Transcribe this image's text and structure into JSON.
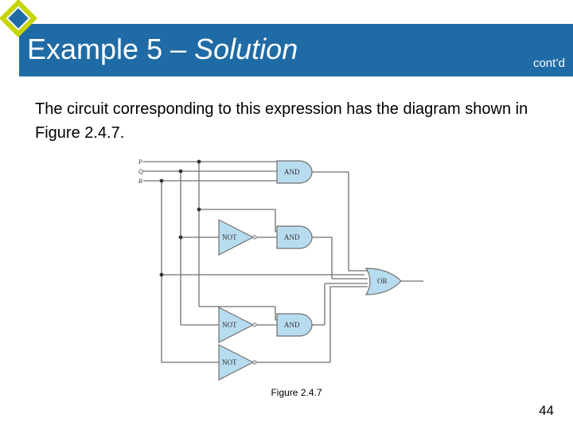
{
  "slide": {
    "title_main": "Example 5 – ",
    "title_italic": "Solution",
    "contd": "cont’d",
    "body": "The circuit corresponding to this expression has the diagram shown in Figure 2.4.7.",
    "caption": "Figure 2.4.7",
    "page_number": "44"
  },
  "colors": {
    "title_bar": "#1F6BA5",
    "accent": "#C8D400",
    "gate_fill": "#B8DCEF",
    "wire": "#707070"
  },
  "diagram": {
    "inputs": [
      "P",
      "Q",
      "R"
    ],
    "gates": {
      "and1": "AND",
      "and2": "AND",
      "and3": "AND",
      "not1": "NOT",
      "not2": "NOT",
      "not3": "NOT",
      "or1": "OR"
    }
  }
}
